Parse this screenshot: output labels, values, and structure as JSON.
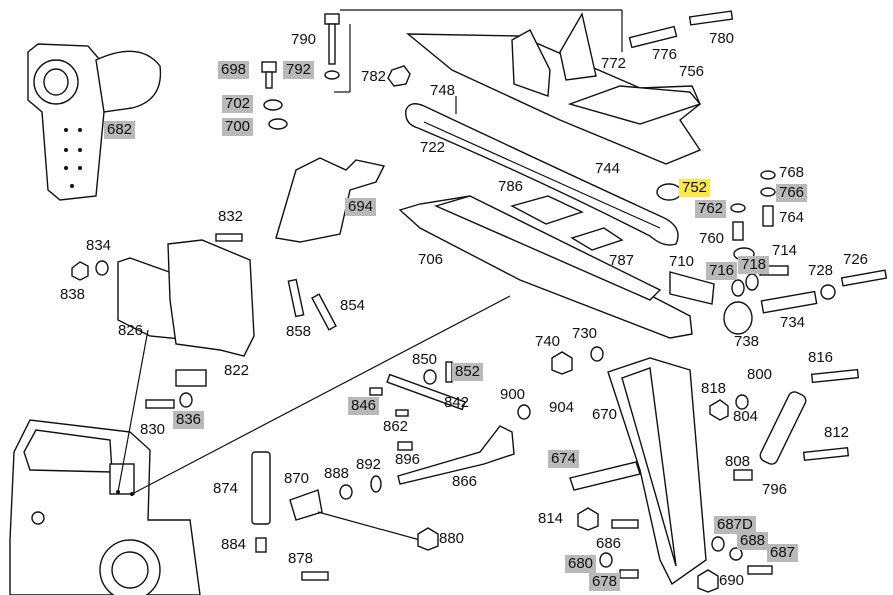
{
  "colors": {
    "grey_tag": "#b9b9b9",
    "highlight_tag": "#fbe84a",
    "line": "#111111",
    "background": "#ffffff"
  },
  "highlighted_part": "752",
  "parts": [
    {
      "id": "682",
      "style": "grey"
    },
    {
      "id": "698",
      "style": "grey"
    },
    {
      "id": "702",
      "style": "grey"
    },
    {
      "id": "700",
      "style": "grey"
    },
    {
      "id": "790",
      "style": "plain"
    },
    {
      "id": "792",
      "style": "grey"
    },
    {
      "id": "782",
      "style": "plain"
    },
    {
      "id": "748",
      "style": "plain"
    },
    {
      "id": "722",
      "style": "plain"
    },
    {
      "id": "772",
      "style": "plain"
    },
    {
      "id": "776",
      "style": "plain"
    },
    {
      "id": "780",
      "style": "plain"
    },
    {
      "id": "756",
      "style": "plain"
    },
    {
      "id": "744",
      "style": "plain"
    },
    {
      "id": "768",
      "style": "plain"
    },
    {
      "id": "752",
      "style": "highlight"
    },
    {
      "id": "766",
      "style": "grey"
    },
    {
      "id": "762",
      "style": "grey"
    },
    {
      "id": "764",
      "style": "plain"
    },
    {
      "id": "760",
      "style": "plain"
    },
    {
      "id": "694",
      "style": "grey"
    },
    {
      "id": "786",
      "style": "plain"
    },
    {
      "id": "832",
      "style": "plain"
    },
    {
      "id": "834",
      "style": "plain"
    },
    {
      "id": "838",
      "style": "plain"
    },
    {
      "id": "706",
      "style": "plain"
    },
    {
      "id": "787",
      "style": "plain"
    },
    {
      "id": "710",
      "style": "plain"
    },
    {
      "id": "716",
      "style": "grey"
    },
    {
      "id": "718",
      "style": "grey"
    },
    {
      "id": "714",
      "style": "plain"
    },
    {
      "id": "728",
      "style": "plain"
    },
    {
      "id": "726",
      "style": "plain"
    },
    {
      "id": "826",
      "style": "plain"
    },
    {
      "id": "858",
      "style": "plain"
    },
    {
      "id": "854",
      "style": "plain"
    },
    {
      "id": "822",
      "style": "plain"
    },
    {
      "id": "740",
      "style": "plain"
    },
    {
      "id": "730",
      "style": "plain"
    },
    {
      "id": "734",
      "style": "plain"
    },
    {
      "id": "738",
      "style": "plain"
    },
    {
      "id": "850",
      "style": "plain"
    },
    {
      "id": "852",
      "style": "grey"
    },
    {
      "id": "816",
      "style": "plain"
    },
    {
      "id": "800",
      "style": "plain"
    },
    {
      "id": "818",
      "style": "plain"
    },
    {
      "id": "804",
      "style": "plain"
    },
    {
      "id": "846",
      "style": "grey"
    },
    {
      "id": "842",
      "style": "plain"
    },
    {
      "id": "900",
      "style": "plain"
    },
    {
      "id": "904",
      "style": "plain"
    },
    {
      "id": "670",
      "style": "plain"
    },
    {
      "id": "830",
      "style": "plain"
    },
    {
      "id": "836",
      "style": "grey"
    },
    {
      "id": "862",
      "style": "plain"
    },
    {
      "id": "812",
      "style": "plain"
    },
    {
      "id": "896",
      "style": "plain"
    },
    {
      "id": "674",
      "style": "grey"
    },
    {
      "id": "808",
      "style": "plain"
    },
    {
      "id": "874",
      "style": "plain"
    },
    {
      "id": "870",
      "style": "plain"
    },
    {
      "id": "888",
      "style": "plain"
    },
    {
      "id": "892",
      "style": "plain"
    },
    {
      "id": "866",
      "style": "plain"
    },
    {
      "id": "796",
      "style": "plain"
    },
    {
      "id": "814",
      "style": "plain"
    },
    {
      "id": "687D",
      "style": "grey"
    },
    {
      "id": "686",
      "style": "plain"
    },
    {
      "id": "688",
      "style": "grey"
    },
    {
      "id": "687",
      "style": "grey"
    },
    {
      "id": "884",
      "style": "plain"
    },
    {
      "id": "880",
      "style": "plain"
    },
    {
      "id": "680",
      "style": "grey"
    },
    {
      "id": "878",
      "style": "plain"
    },
    {
      "id": "678",
      "style": "grey"
    },
    {
      "id": "690",
      "style": "plain"
    }
  ]
}
